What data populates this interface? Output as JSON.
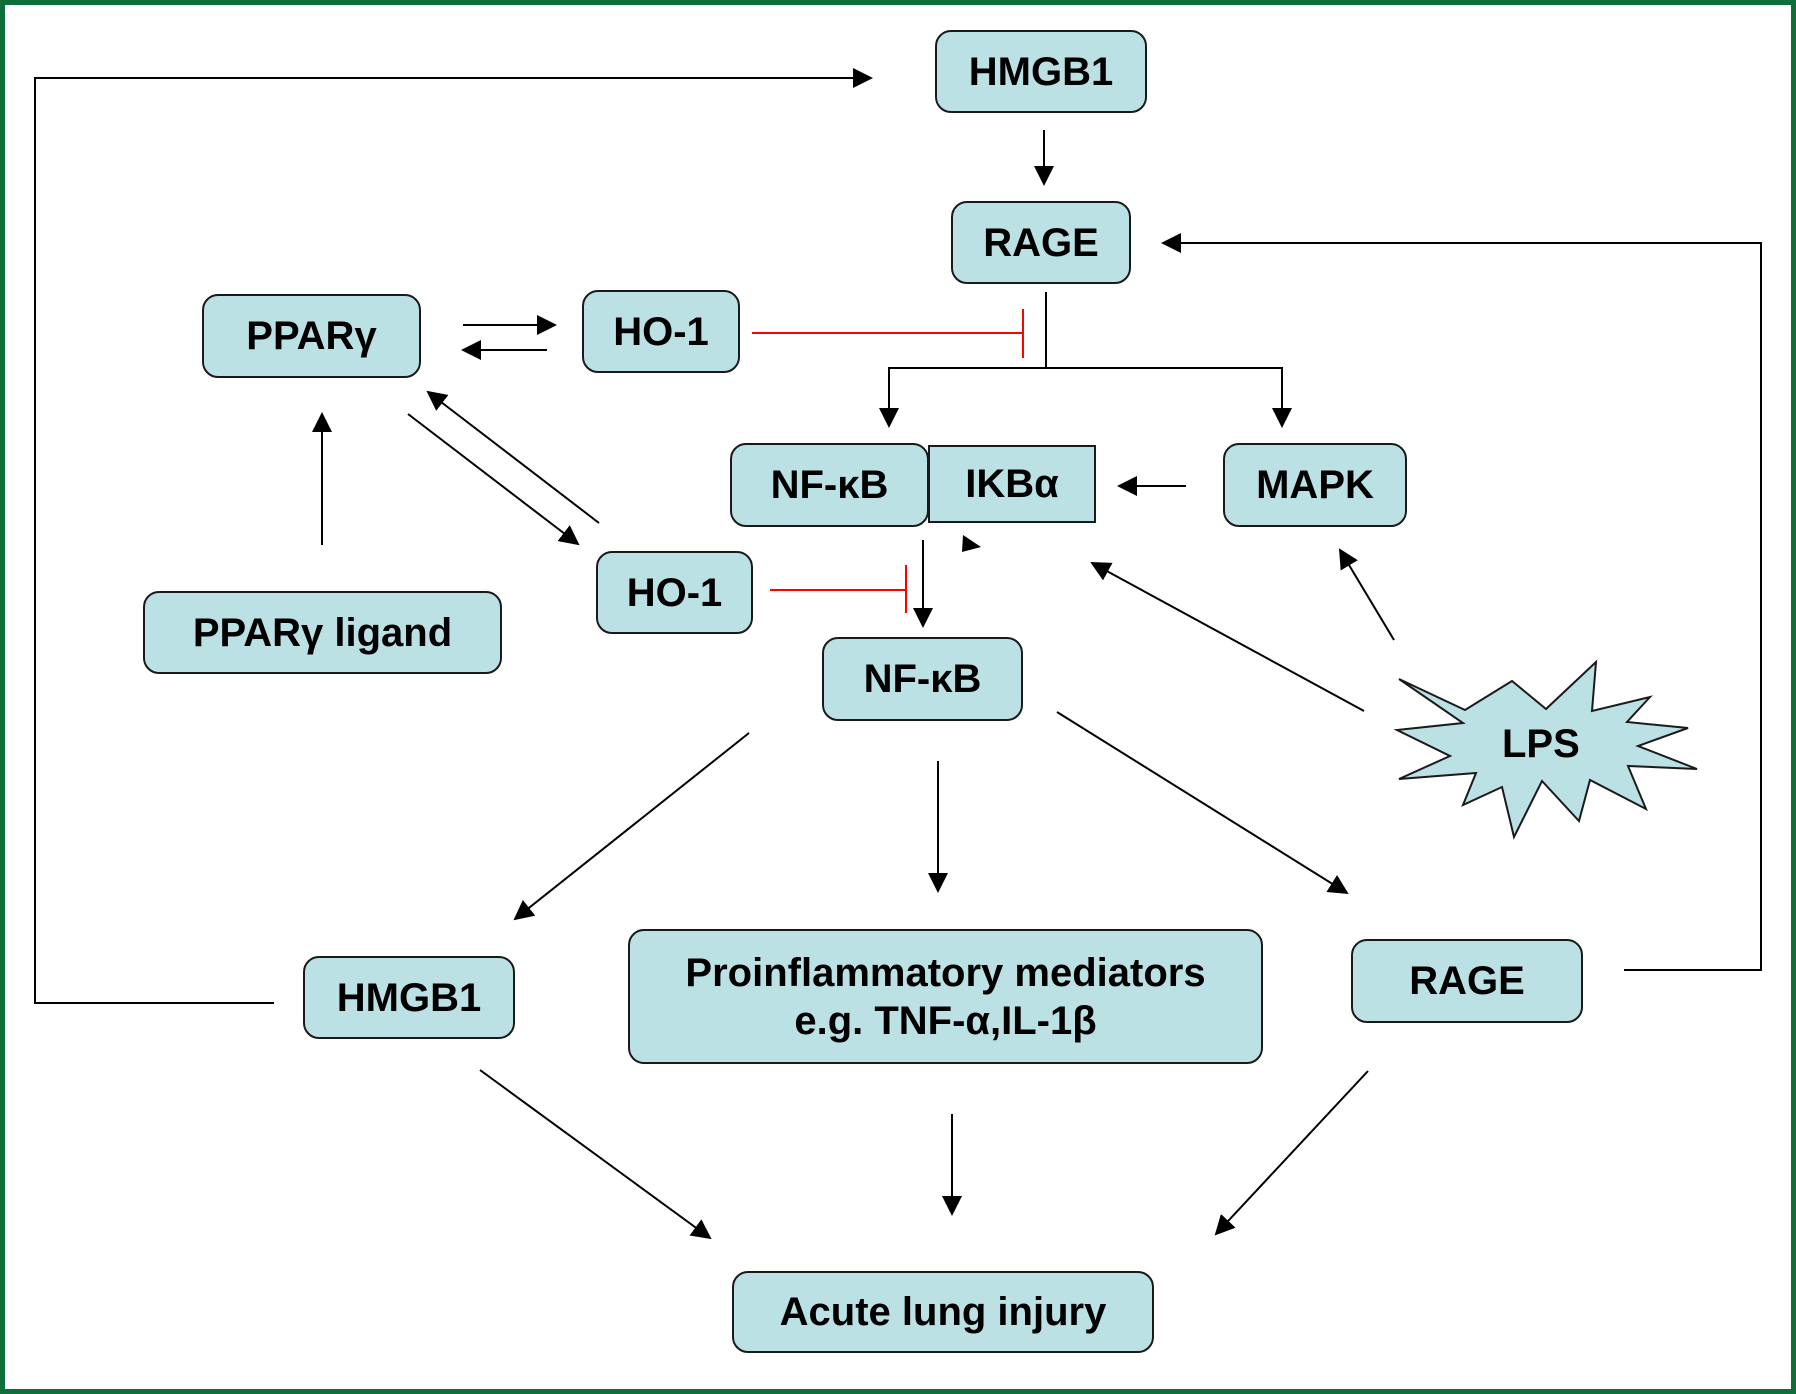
{
  "title": "HMGB1 / RAGE / NF-κB signaling in acute lung injury",
  "colors": {
    "node_fill": "#bce1e4",
    "node_border": "#1a1a1a",
    "arrow": "#000000",
    "inhibition": "#ff0000",
    "frame": "#0e6e3c"
  },
  "nodes": {
    "hmgb1_top": "HMGB1",
    "rage_top": "RAGE",
    "ppar_gamma": "PPARγ",
    "ho1_top": "HO-1",
    "nfkb_complex": "NF-κB",
    "ikba": "IKBα",
    "mapk": "MAPK",
    "ppar_ligand": "PPARγ ligand",
    "ho1_lower": "HO-1",
    "nfkb_free": "NF-κB",
    "lps": "LPS",
    "hmgb1_bottom": "HMGB1",
    "proinflammatory_line1": "Proinflammatory mediators",
    "proinflammatory_line2": "e.g. TNF-α,IL-1β",
    "rage_bottom": "RAGE",
    "acute_lung_injury": "Acute lung injury"
  },
  "edges": [
    {
      "from": "HMGB1 (top)",
      "to": "RAGE (top)",
      "type": "activation"
    },
    {
      "from": "RAGE (top)",
      "to": "NF-κB/IKBα",
      "type": "activation"
    },
    {
      "from": "RAGE (top)",
      "to": "MAPK",
      "type": "activation"
    },
    {
      "from": "HO-1 (top)",
      "to": "RAGE signaling",
      "type": "inhibition"
    },
    {
      "from": "PPARγ",
      "to": "HO-1 (top)",
      "type": "activation"
    },
    {
      "from": "HO-1 (top)",
      "to": "PPARγ",
      "type": "activation"
    },
    {
      "from": "PPARγ ligand",
      "to": "PPARγ",
      "type": "activation"
    },
    {
      "from": "PPARγ",
      "to": "HO-1 (lower)",
      "type": "activation"
    },
    {
      "from": "HO-1 (lower)",
      "to": "PPARγ",
      "type": "activation"
    },
    {
      "from": "MAPK",
      "to": "IKBα",
      "type": "activation"
    },
    {
      "from": "LPS",
      "to": "MAPK",
      "type": "activation"
    },
    {
      "from": "LPS",
      "to": "IKBα",
      "type": "activation"
    },
    {
      "from": "HO-1 (lower)",
      "to": "NF-κB release",
      "type": "inhibition"
    },
    {
      "from": "NF-κB/IKBα",
      "to": "NF-κB",
      "type": "activation"
    },
    {
      "from": "NF-κB",
      "to": "HMGB1 (bottom)",
      "type": "activation"
    },
    {
      "from": "NF-κB",
      "to": "Proinflammatory mediators",
      "type": "activation"
    },
    {
      "from": "NF-κB",
      "to": "RAGE (bottom)",
      "type": "activation"
    },
    {
      "from": "HMGB1 (bottom)",
      "to": "HMGB1 (top)",
      "type": "feedback"
    },
    {
      "from": "RAGE (bottom)",
      "to": "RAGE (top)",
      "type": "feedback"
    },
    {
      "from": "HMGB1 (bottom)",
      "to": "Acute lung injury",
      "type": "activation"
    },
    {
      "from": "Proinflammatory mediators",
      "to": "Acute lung injury",
      "type": "activation"
    },
    {
      "from": "RAGE (bottom)",
      "to": "Acute lung injury",
      "type": "activation"
    }
  ]
}
